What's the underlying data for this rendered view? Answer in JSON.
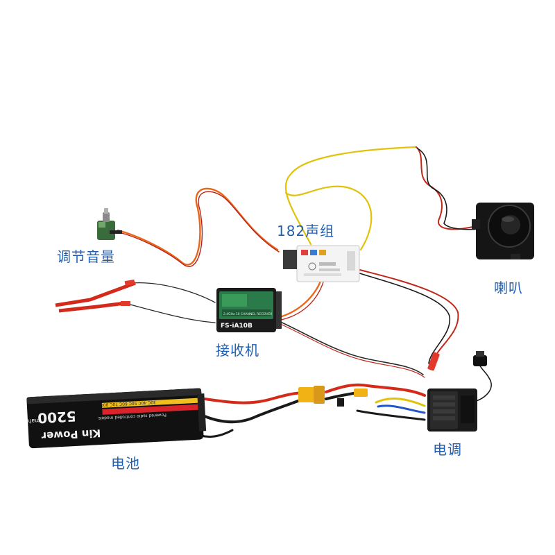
{
  "labels": {
    "volume": "调节音量",
    "sound_module": "182声组",
    "speaker": "喇叭",
    "receiver": "接收机",
    "battery": "电池",
    "esc": "电调"
  },
  "battery": {
    "capacity": "5200",
    "unit": "mah",
    "brand": "Kin Power",
    "tagline": "Powered radio controlled models",
    "ratings": "30C 40C 50C 60C 70C 80C"
  },
  "receiver": {
    "model": "FS-iA10B",
    "spec": "2.4GHz 10 CHANNEL RECEIVER"
  },
  "colors": {
    "label": "#1f5fb3",
    "battery_body": "#111111",
    "battery_stripe": "#d8242a",
    "red_wire": "#d42a1a",
    "black_wire": "#1a1a1a",
    "yellow_wire": "#e0c20a",
    "orange_wire": "#e8661a",
    "connector": "#f0b214"
  }
}
